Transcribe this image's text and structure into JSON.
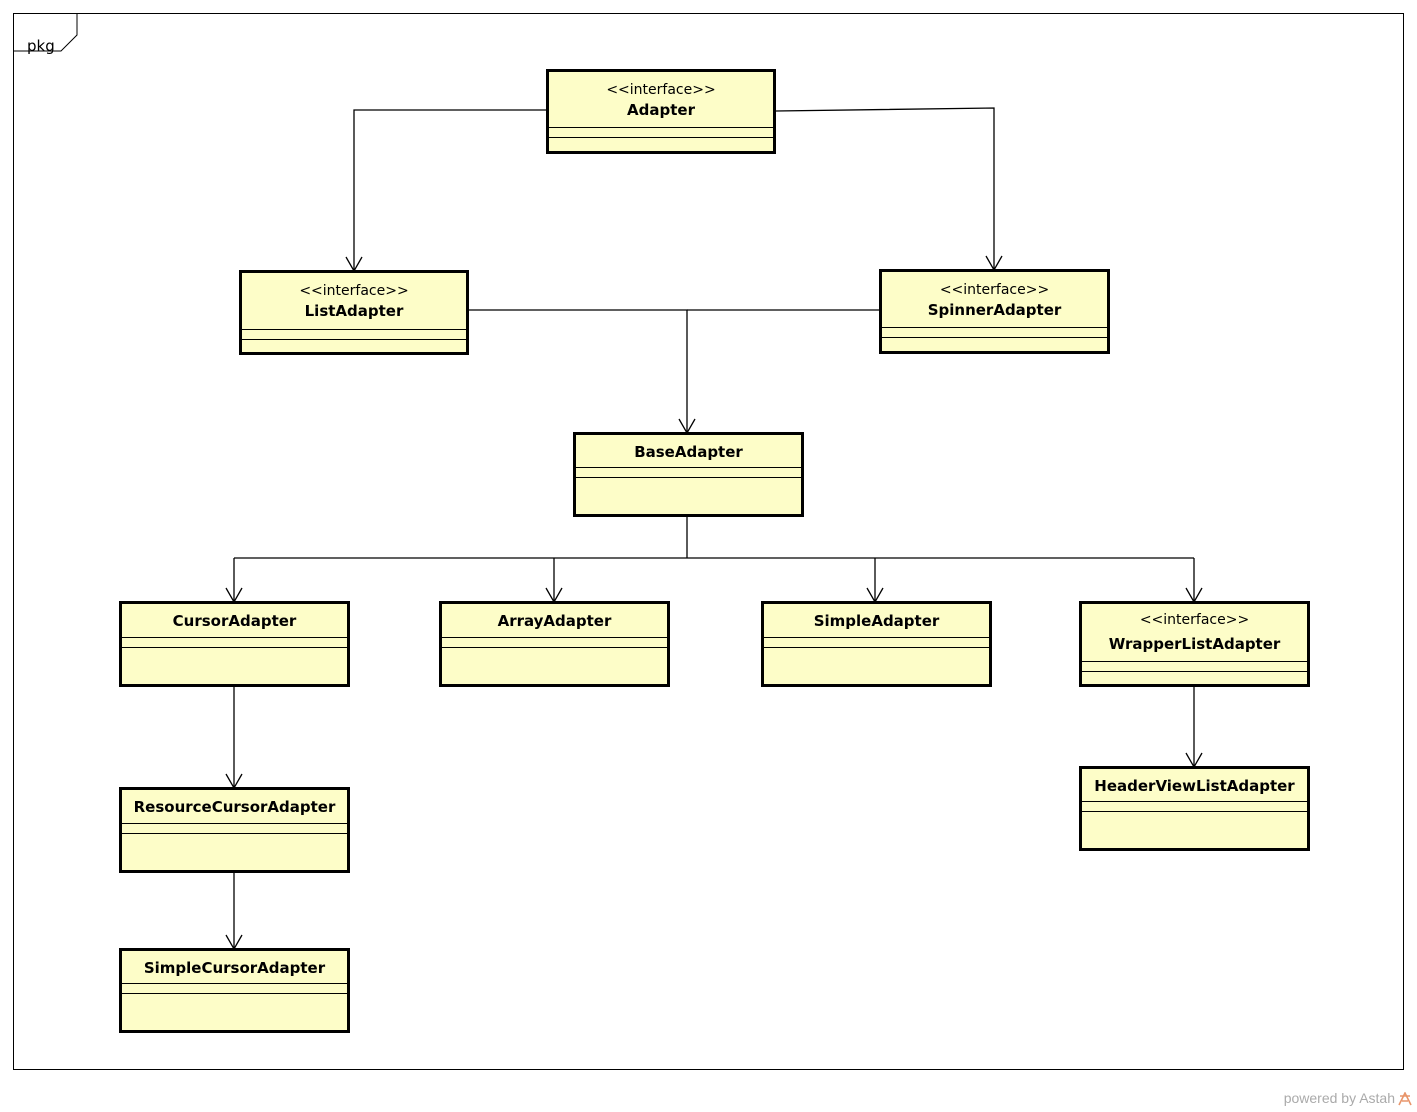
{
  "frame": {
    "label": "pkg"
  },
  "classes": {
    "adapter": {
      "stereotype": "<<interface>>",
      "name": "Adapter"
    },
    "list_adapter": {
      "stereotype": "<<interface>>",
      "name": "ListAdapter"
    },
    "spinner_adapter": {
      "stereotype": "<<interface>>",
      "name": "SpinnerAdapter"
    },
    "base_adapter": {
      "name": "BaseAdapter"
    },
    "cursor_adapter": {
      "name": "CursorAdapter"
    },
    "array_adapter": {
      "name": "ArrayAdapter"
    },
    "simple_adapter": {
      "name": "SimpleAdapter"
    },
    "wrapper_list_adapter": {
      "stereotype": "<<interface>>",
      "name": "WrapperListAdapter"
    },
    "resource_cursor_adapter": {
      "name": "ResourceCursorAdapter"
    },
    "header_view_list_adapter": {
      "name": "HeaderViewListAdapter"
    },
    "simple_cursor_adapter": {
      "name": "SimpleCursorAdapter"
    }
  },
  "relations": [
    {
      "from": "Adapter",
      "to": "ListAdapter"
    },
    {
      "from": "Adapter",
      "to": "SpinnerAdapter"
    },
    {
      "from": "ListAdapter",
      "to": "BaseAdapter"
    },
    {
      "from": "SpinnerAdapter",
      "to": "BaseAdapter"
    },
    {
      "from": "BaseAdapter",
      "to": "CursorAdapter"
    },
    {
      "from": "BaseAdapter",
      "to": "ArrayAdapter"
    },
    {
      "from": "BaseAdapter",
      "to": "SimpleAdapter"
    },
    {
      "from": "BaseAdapter",
      "to": "WrapperListAdapter"
    },
    {
      "from": "CursorAdapter",
      "to": "ResourceCursorAdapter"
    },
    {
      "from": "ResourceCursorAdapter",
      "to": "SimpleCursorAdapter"
    },
    {
      "from": "WrapperListAdapter",
      "to": "HeaderViewListAdapter"
    }
  ],
  "footer": {
    "text": "powered by Astah"
  },
  "colors": {
    "class_fill": "#fdfdc8",
    "line": "#000000",
    "footer": "#aaaaaa",
    "logo": "#e8956b"
  }
}
